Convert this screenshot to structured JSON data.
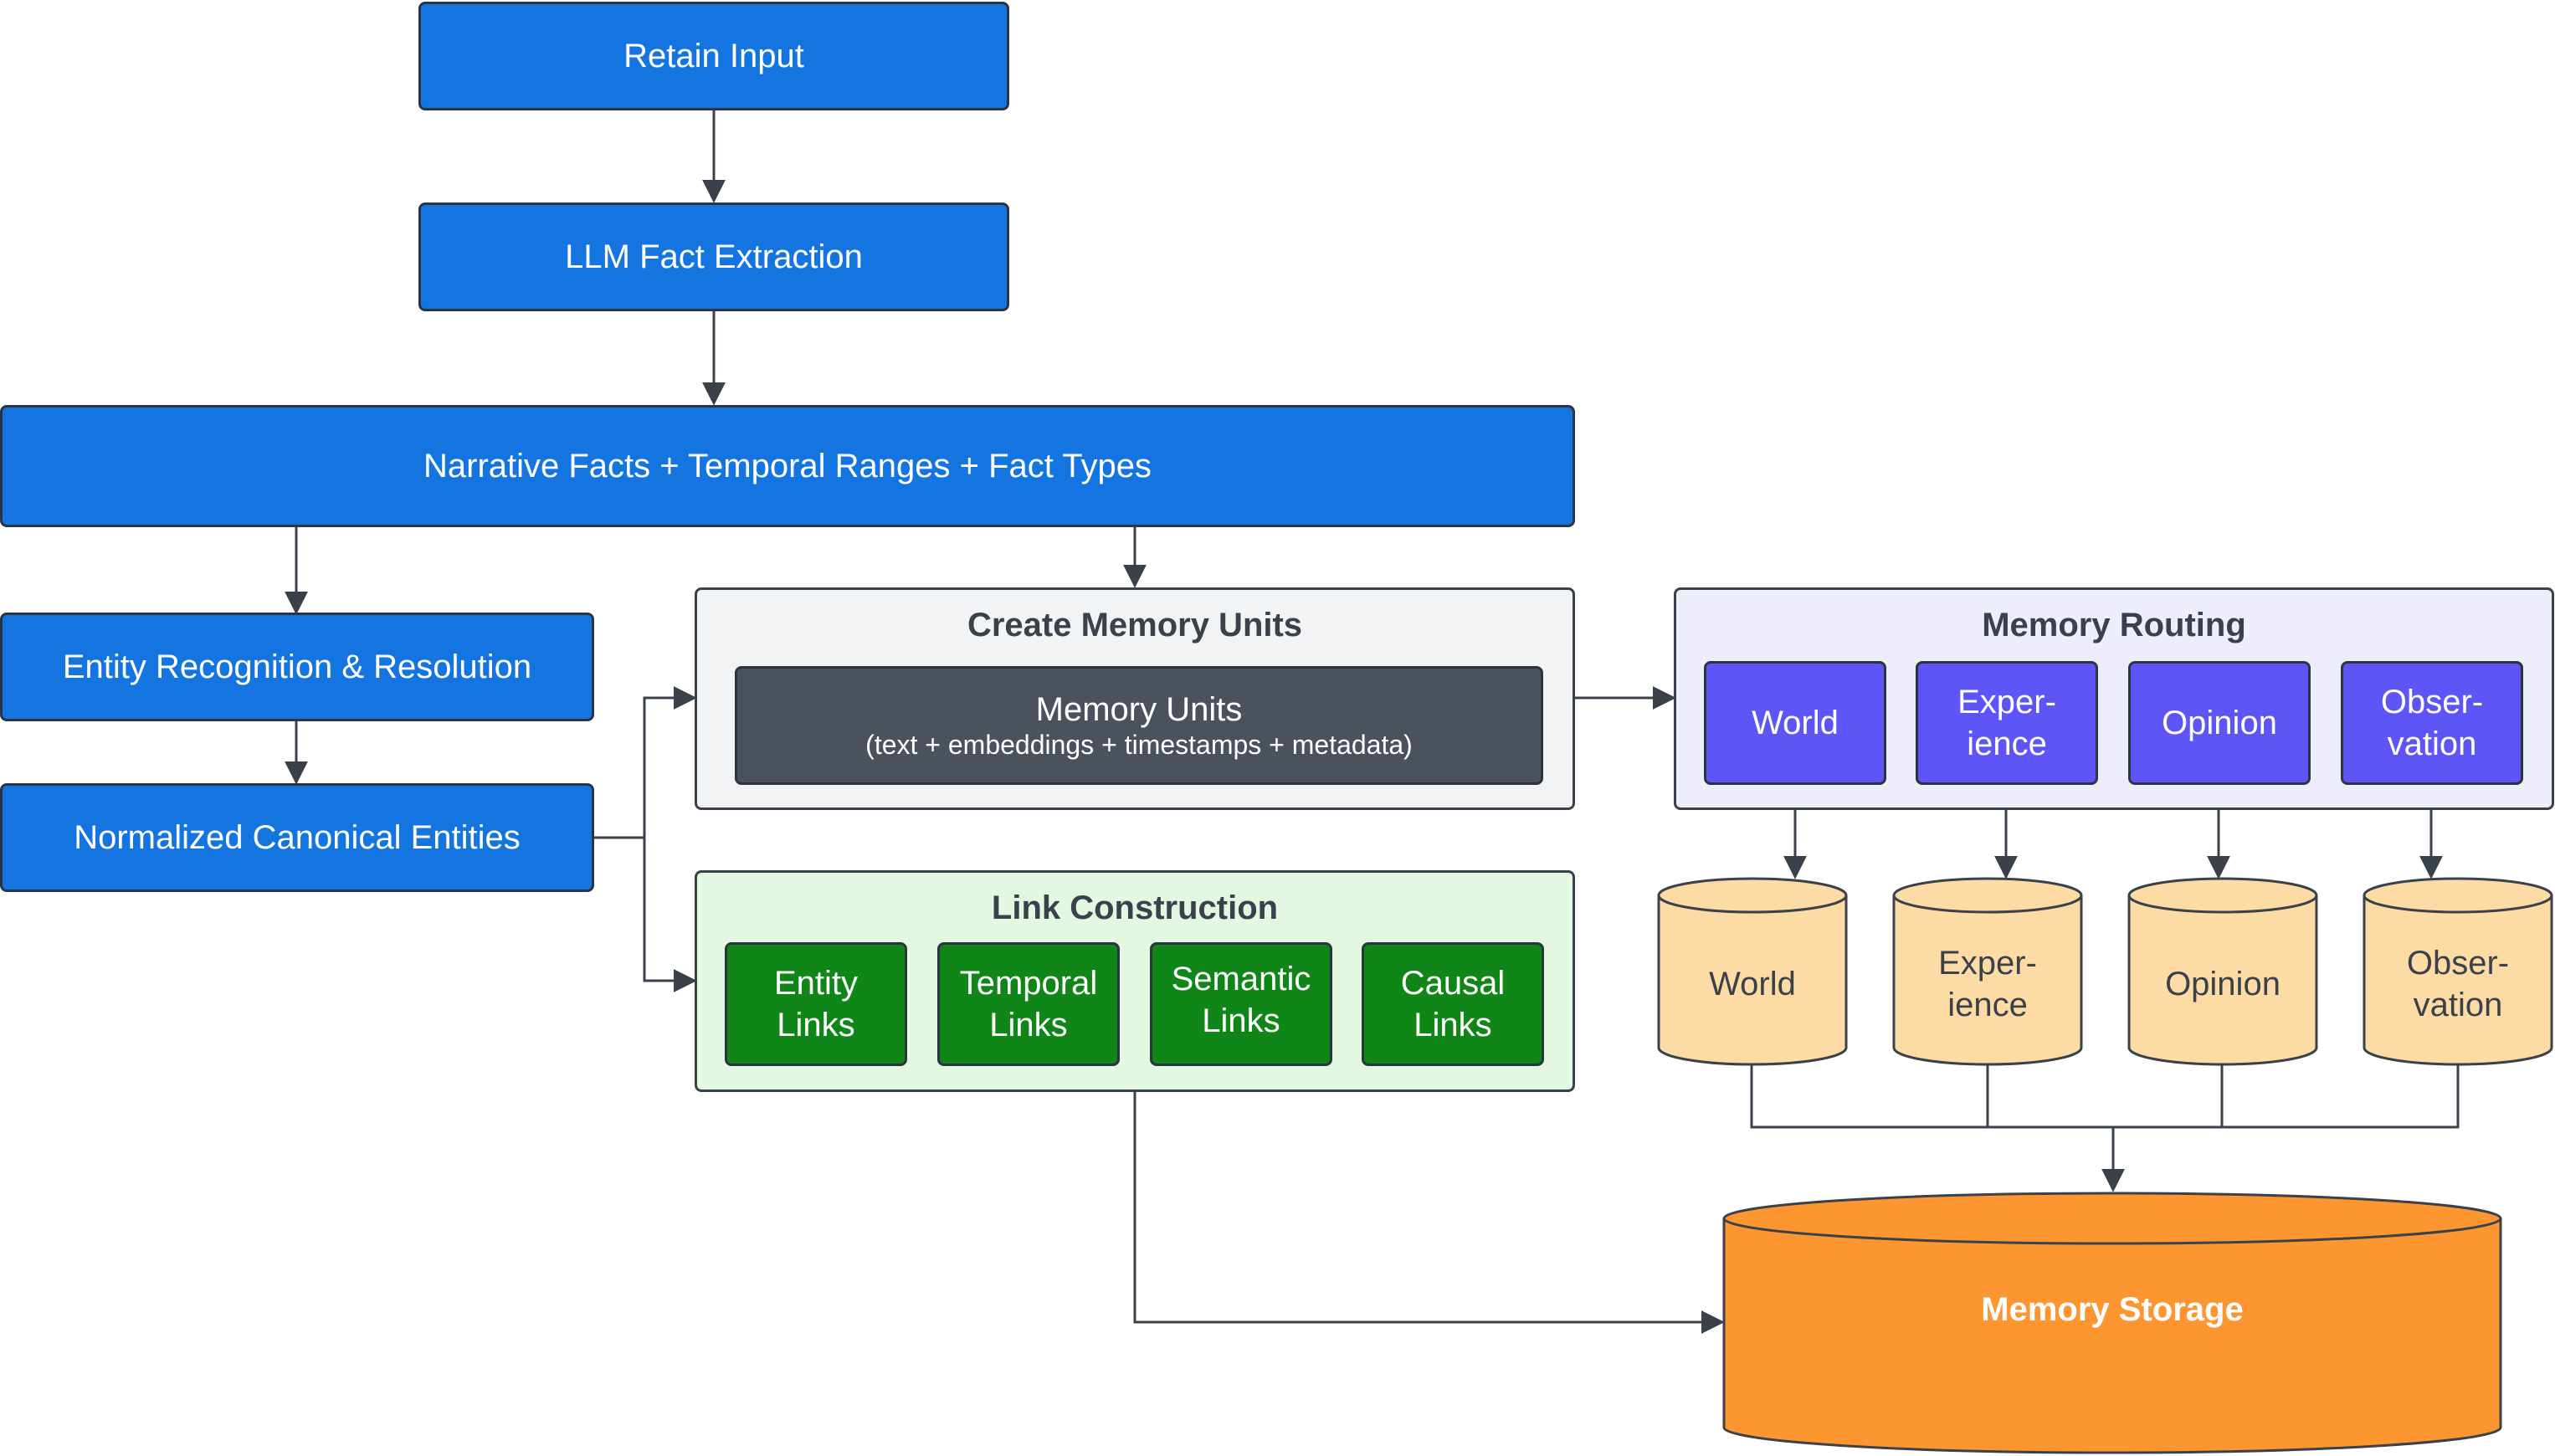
{
  "nodes": {
    "retain_input": "Retain Input",
    "llm_fact_extraction": "LLM Fact Extraction",
    "narrative_facts": "Narrative Facts + Temporal Ranges + Fact Types",
    "entity_recognition": "Entity Recognition & Resolution",
    "normalized_entities": "Normalized Canonical Entities"
  },
  "create_memory_units": {
    "title": "Create Memory Units",
    "box_title": "Memory Units",
    "box_subtitle": "(text + embeddings + timestamps + metadata)"
  },
  "link_construction": {
    "title": "Link Construction",
    "links": [
      "Entity\nLinks",
      "Temporal\nLinks",
      "Semantic\nLinks",
      "Causal\nLinks"
    ]
  },
  "memory_routing": {
    "title": "Memory Routing",
    "routes": [
      "World",
      "Exper-\nience",
      "Opinion",
      "Obser-\nvation"
    ]
  },
  "stores": [
    "World",
    "Exper-\nience",
    "Opinion",
    "Obser-\nvation"
  ],
  "memory_storage": "Memory Storage",
  "colors": {
    "blue": "#1475e1",
    "dark_gray": "#4b525b",
    "green": "#0f8617",
    "purple": "#5e55f7",
    "store_fill": "#fddba5",
    "storage_fill": "#fd9531",
    "line": "#3a414b"
  }
}
